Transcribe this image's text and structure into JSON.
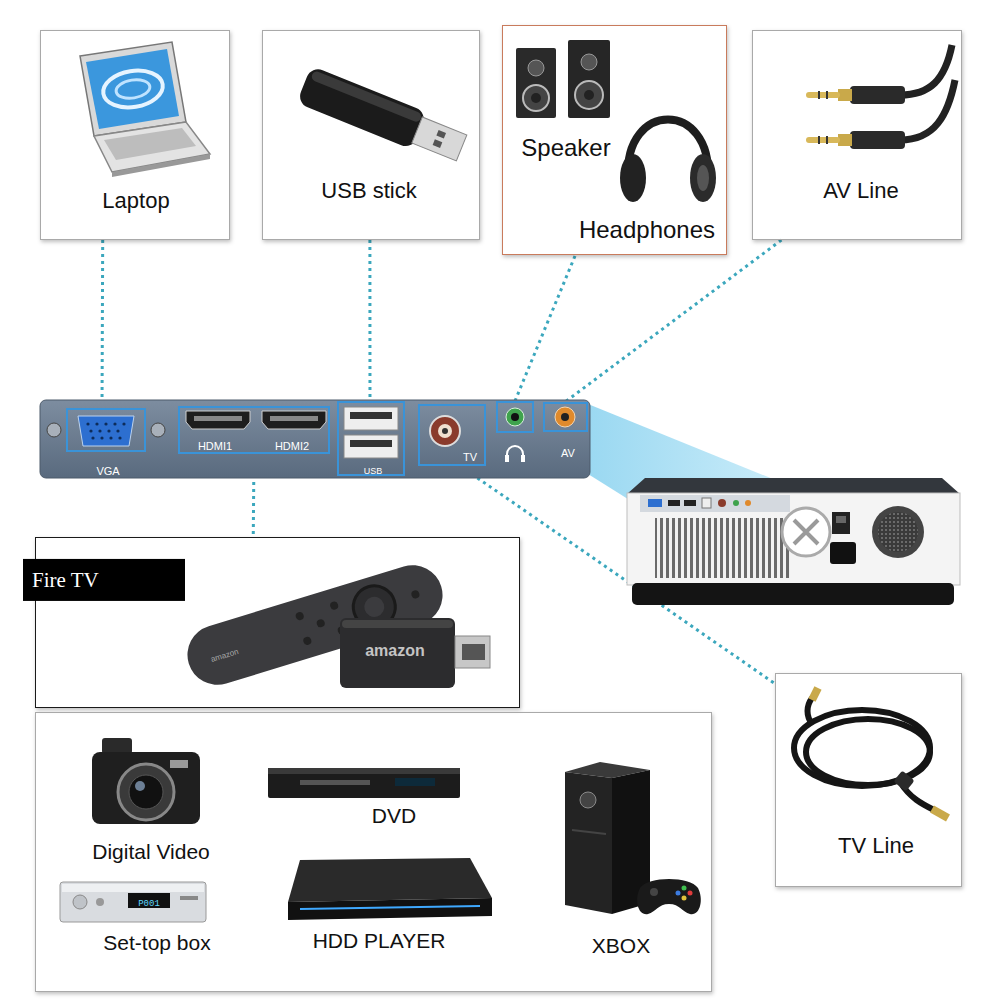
{
  "diagram": {
    "nodes": [
      {
        "text": [
          "Laptop"
        ]
      },
      {
        "text": [
          "USB stick"
        ]
      },
      {
        "text": [
          "Speaker",
          "Headphones"
        ]
      },
      {
        "text": [
          "AV Line"
        ]
      },
      {
        "text": [
          "VGA"
        ]
      },
      {
        "text": [
          "HDMI1",
          "HDMI2"
        ]
      },
      {
        "text": [
          "USB"
        ]
      },
      {
        "text": [
          "TV"
        ]
      },
      {
        "text": [
          "AV"
        ]
      },
      {
        "text": [
          "Fire TV"
        ]
      },
      {
        "text": [
          "TV Line"
        ]
      },
      {
        "text": [
          "DVD",
          "Digital Video",
          "Set-top box",
          "HDD PLAYER",
          "XBOX"
        ]
      }
    ],
    "edges": [
      {
        "from": 0,
        "to": 4,
        "arrow": "none"
      },
      {
        "from": 1,
        "to": 6,
        "arrow": "none"
      },
      {
        "from": 3,
        "to": 8,
        "arrow": "none"
      },
      {
        "from": 5,
        "to": 9,
        "arrow": "none"
      },
      {
        "from": 7,
        "to": 10,
        "arrow": "none"
      }
    ],
    "labels": [
      "amazon",
      "amazon",
      "P001"
    ]
  }
}
